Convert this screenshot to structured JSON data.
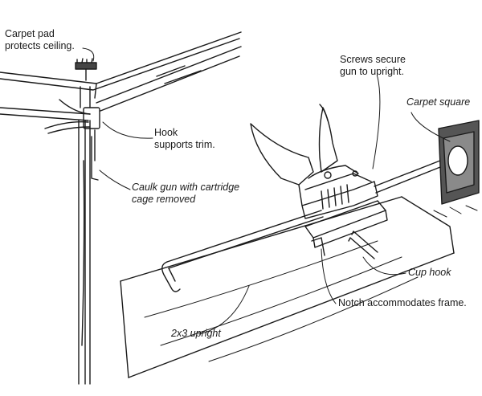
{
  "labels": {
    "carpet_pad": [
      "Carpet pad",
      "protects ceiling."
    ],
    "screws": [
      "Screws secure",
      "gun to upright."
    ],
    "carpet_square": "Carpet square",
    "hook": [
      "Hook",
      "supports trim."
    ],
    "caulk_gun": [
      "Caulk gun with cartridge",
      "cage removed"
    ],
    "cup_hook": "Cup hook",
    "notch": "Notch accommodates frame.",
    "upright": "2x3 upright"
  },
  "colors": {
    "ink": "#1a1a1a",
    "background": "#ffffff"
  }
}
